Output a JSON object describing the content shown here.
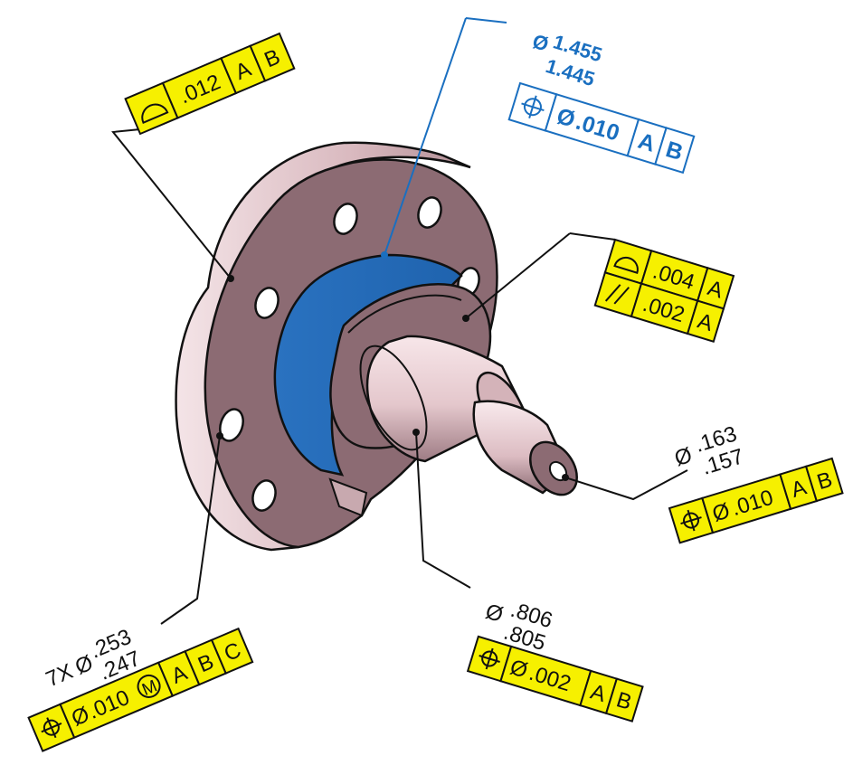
{
  "colors": {
    "frame_fill": "#f6f000",
    "frame_stroke": "#111111",
    "blue_callout": "#1a6fc0",
    "blue_surface": "#236fbd",
    "part_body": "#8c6b73",
    "part_light": "#f2dde0"
  },
  "callouts": {
    "profile_flange": {
      "symbol": "profile-of-surface",
      "tolerance": ".012",
      "datums": [
        "A",
        "B"
      ]
    },
    "bore": {
      "diameter_symbol": "Ø",
      "upper": "1.455",
      "lower": "1.445",
      "symbol": "position",
      "tolerance_dia": "Ø",
      "tolerance": ".010",
      "datums": [
        "A",
        "B"
      ]
    },
    "shoulder": {
      "rows": [
        {
          "symbol": "profile-of-surface",
          "tolerance": ".004",
          "datum": "A"
        },
        {
          "symbol": "parallelism",
          "tolerance": ".002",
          "datum": "A"
        }
      ]
    },
    "small_hole": {
      "diameter_symbol": "Ø",
      "upper": ".163",
      "lower": ".157",
      "symbol": "position",
      "tolerance_dia": "Ø",
      "tolerance": ".010",
      "datums": [
        "A",
        "B"
      ]
    },
    "shaft": {
      "diameter_symbol": "Ø",
      "upper": ".806",
      "lower": ".805",
      "symbol": "position",
      "tolerance_dia": "Ø",
      "tolerance": ".002",
      "datums": [
        "A",
        "B"
      ]
    },
    "bolt_holes": {
      "count": "7X",
      "diameter_symbol": "Ø",
      "upper": ".253",
      "lower": ".247",
      "symbol": "position",
      "tolerance_dia": "Ø",
      "tolerance": ".010",
      "modifier": "M",
      "datums": [
        "A",
        "B",
        "C"
      ]
    }
  }
}
